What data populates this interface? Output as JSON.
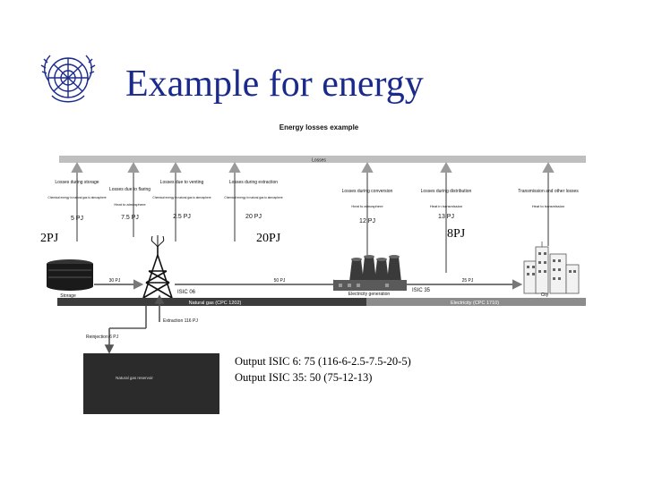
{
  "slide": {
    "title": "Example for energy",
    "overlay_labels": {
      "left": "2PJ",
      "middle": "20PJ",
      "right": "8PJ"
    },
    "output_lines": [
      "Output ISIC 6: 75 (116-6-2.5-7.5-20-5)",
      "Output ISIC 35: 50 (75-12-13)"
    ]
  },
  "diagram": {
    "header": "Energy losses example",
    "losses_bar": "Losses",
    "loss_boxes": [
      {
        "title": "Losses during storage",
        "detail": "Chemical energy in natural gas to atmosphere",
        "value": "5 PJ"
      },
      {
        "title": "Losses due to flaring",
        "detail": "Heat to atmosphere",
        "value": "7.5 PJ"
      },
      {
        "title": "Losses due to venting",
        "detail": "Chemical energy in natural gas to atmosphere",
        "value": "2.5 PJ"
      },
      {
        "title": "Losses during extraction",
        "detail": "Chemical energy in natural gas to atmosphere",
        "value": "20 PJ"
      },
      {
        "title": "Losses during conversion",
        "detail": "Heat to atmosphere",
        "value": "12 PJ"
      },
      {
        "title": "Losses during distribution",
        "detail": "Heat in transmission",
        "value": "13 PJ"
      },
      {
        "title": "Transmission and other losses",
        "detail": "Heat to transmission",
        "value": ""
      }
    ],
    "flows": {
      "storage_to_rig": "30 PJ",
      "rig_to_plant": "50 PJ",
      "plant_to_city": "25 PJ"
    },
    "nodes": {
      "storage": "Storage",
      "isic_a": "ISIC 06",
      "isic_b": "ISIC 35",
      "plant": "Electricity generation",
      "city": "City",
      "reinjection": "Reinjection 6 PJ",
      "extraction": "Extraction 116 PJ",
      "reservoir": "Natural gas reservoir"
    },
    "bottom_bar": {
      "gas": "Natural gas (CPC 1202)",
      "electricity": "Electricity (CPC 1710)"
    }
  }
}
